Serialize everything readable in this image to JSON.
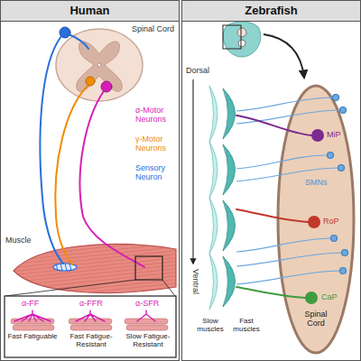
{
  "diagram": {
    "nodes": [
      {
        "text": [
          "Human"
        ]
      },
      {
        "text": [
          "Zebrafish"
        ]
      },
      {
        "text": [
          "Spinal Cord"
        ],
        "in": 1
      }
    ],
    "labels": [
      "Spinal Cord",
      "α-Motor Neurons",
      "γ-Motor Neurons",
      "Sensory Neuron",
      "Muscle",
      "α-FF",
      "α-FFR",
      "α-SFR",
      "Fast Fatiguable",
      "Fast Fatigue-Resistant",
      "Slow Fatigue-Resistant",
      "Dorsal",
      "Ventral",
      "MiP",
      "SMNs",
      "RoP",
      "CaP",
      "Slow muscles",
      "Fast muscles"
    ]
  }
}
